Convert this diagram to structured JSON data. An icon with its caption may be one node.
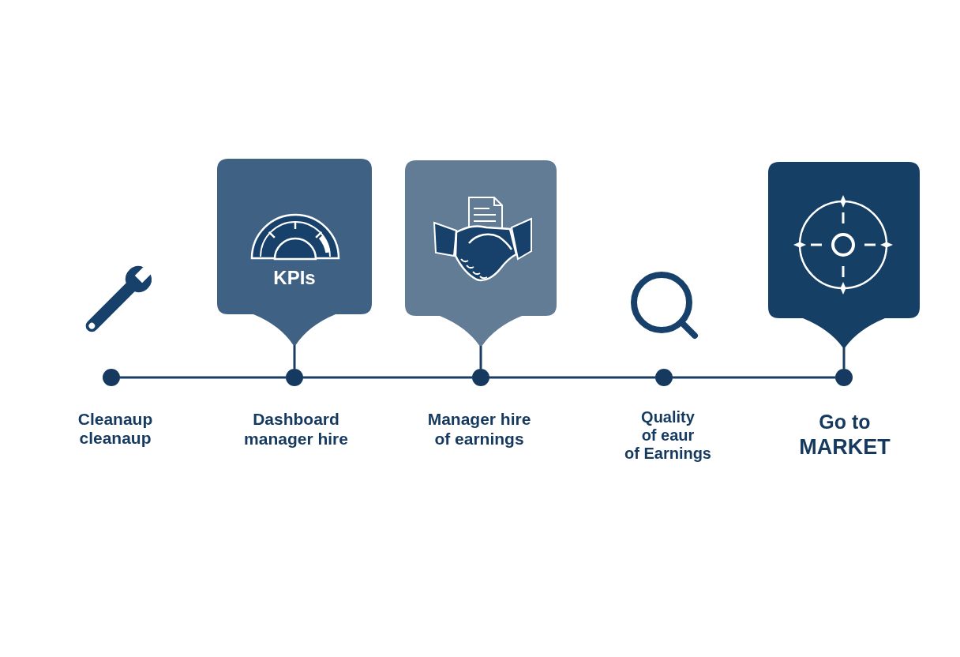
{
  "diagram": {
    "nodes": [
      {
        "text": [
          "KPIs"
        ]
      },
      {
        "text": [],
        "shape": "box"
      },
      {
        "text": [],
        "shape": "box"
      },
      {
        "text": [],
        "shape": "circle",
        "beside": [
          "Cleanaup cleanaup"
        ]
      },
      {
        "text": [],
        "shape": "circle",
        "beside": [
          "Dashboard manager hire"
        ]
      },
      {
        "text": [],
        "shape": "circle",
        "beside": [
          "Manager hire of earnings"
        ]
      },
      {
        "text": [],
        "shape": "circle",
        "beside": [
          "Quality of eaur of Earnings"
        ]
      },
      {
        "text": [],
        "shape": "circle",
        "beside": [
          "Go to",
          "MARKET"
        ]
      }
    ],
    "edges": [
      {
        "from": 3,
        "to": 4,
        "arrow": "none"
      },
      {
        "from": 4,
        "to": 5,
        "arrow": "none"
      },
      {
        "from": 5,
        "to": 6,
        "arrow": "none"
      },
      {
        "from": 6,
        "to": 7,
        "arrow": "none"
      },
      {
        "from": 0,
        "to": 4,
        "arrow": "none"
      },
      {
        "from": 1,
        "to": 5,
        "arrow": "none"
      },
      {
        "from": 2,
        "to": 7,
        "arrow": "none"
      }
    ]
  }
}
